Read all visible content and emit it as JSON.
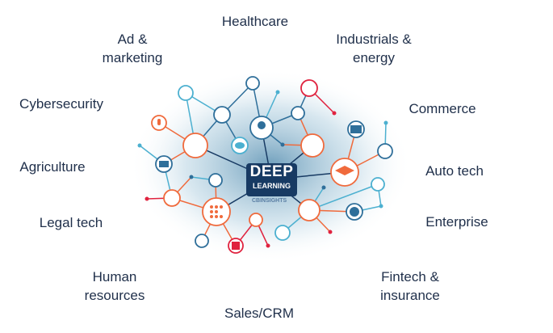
{
  "center": {
    "title": "DEEP",
    "subtitle": "LEARNING",
    "brand": "CBINSIGHTS"
  },
  "industries": [
    "Healthcare",
    "Ad &\nmarketing",
    "Industrials &\nenergy",
    "Cybersecurity",
    "Commerce",
    "Agriculture",
    "Auto tech",
    "Legal tech",
    "Enterprise",
    "Human\nresources",
    "Fintech &\ninsurance",
    "Sales/CRM"
  ],
  "colors": {
    "navy": "#173a63",
    "blue": "#2f6f9a",
    "orange": "#f06a3c",
    "red": "#e0233f",
    "light_blue": "#4cb0d0"
  }
}
